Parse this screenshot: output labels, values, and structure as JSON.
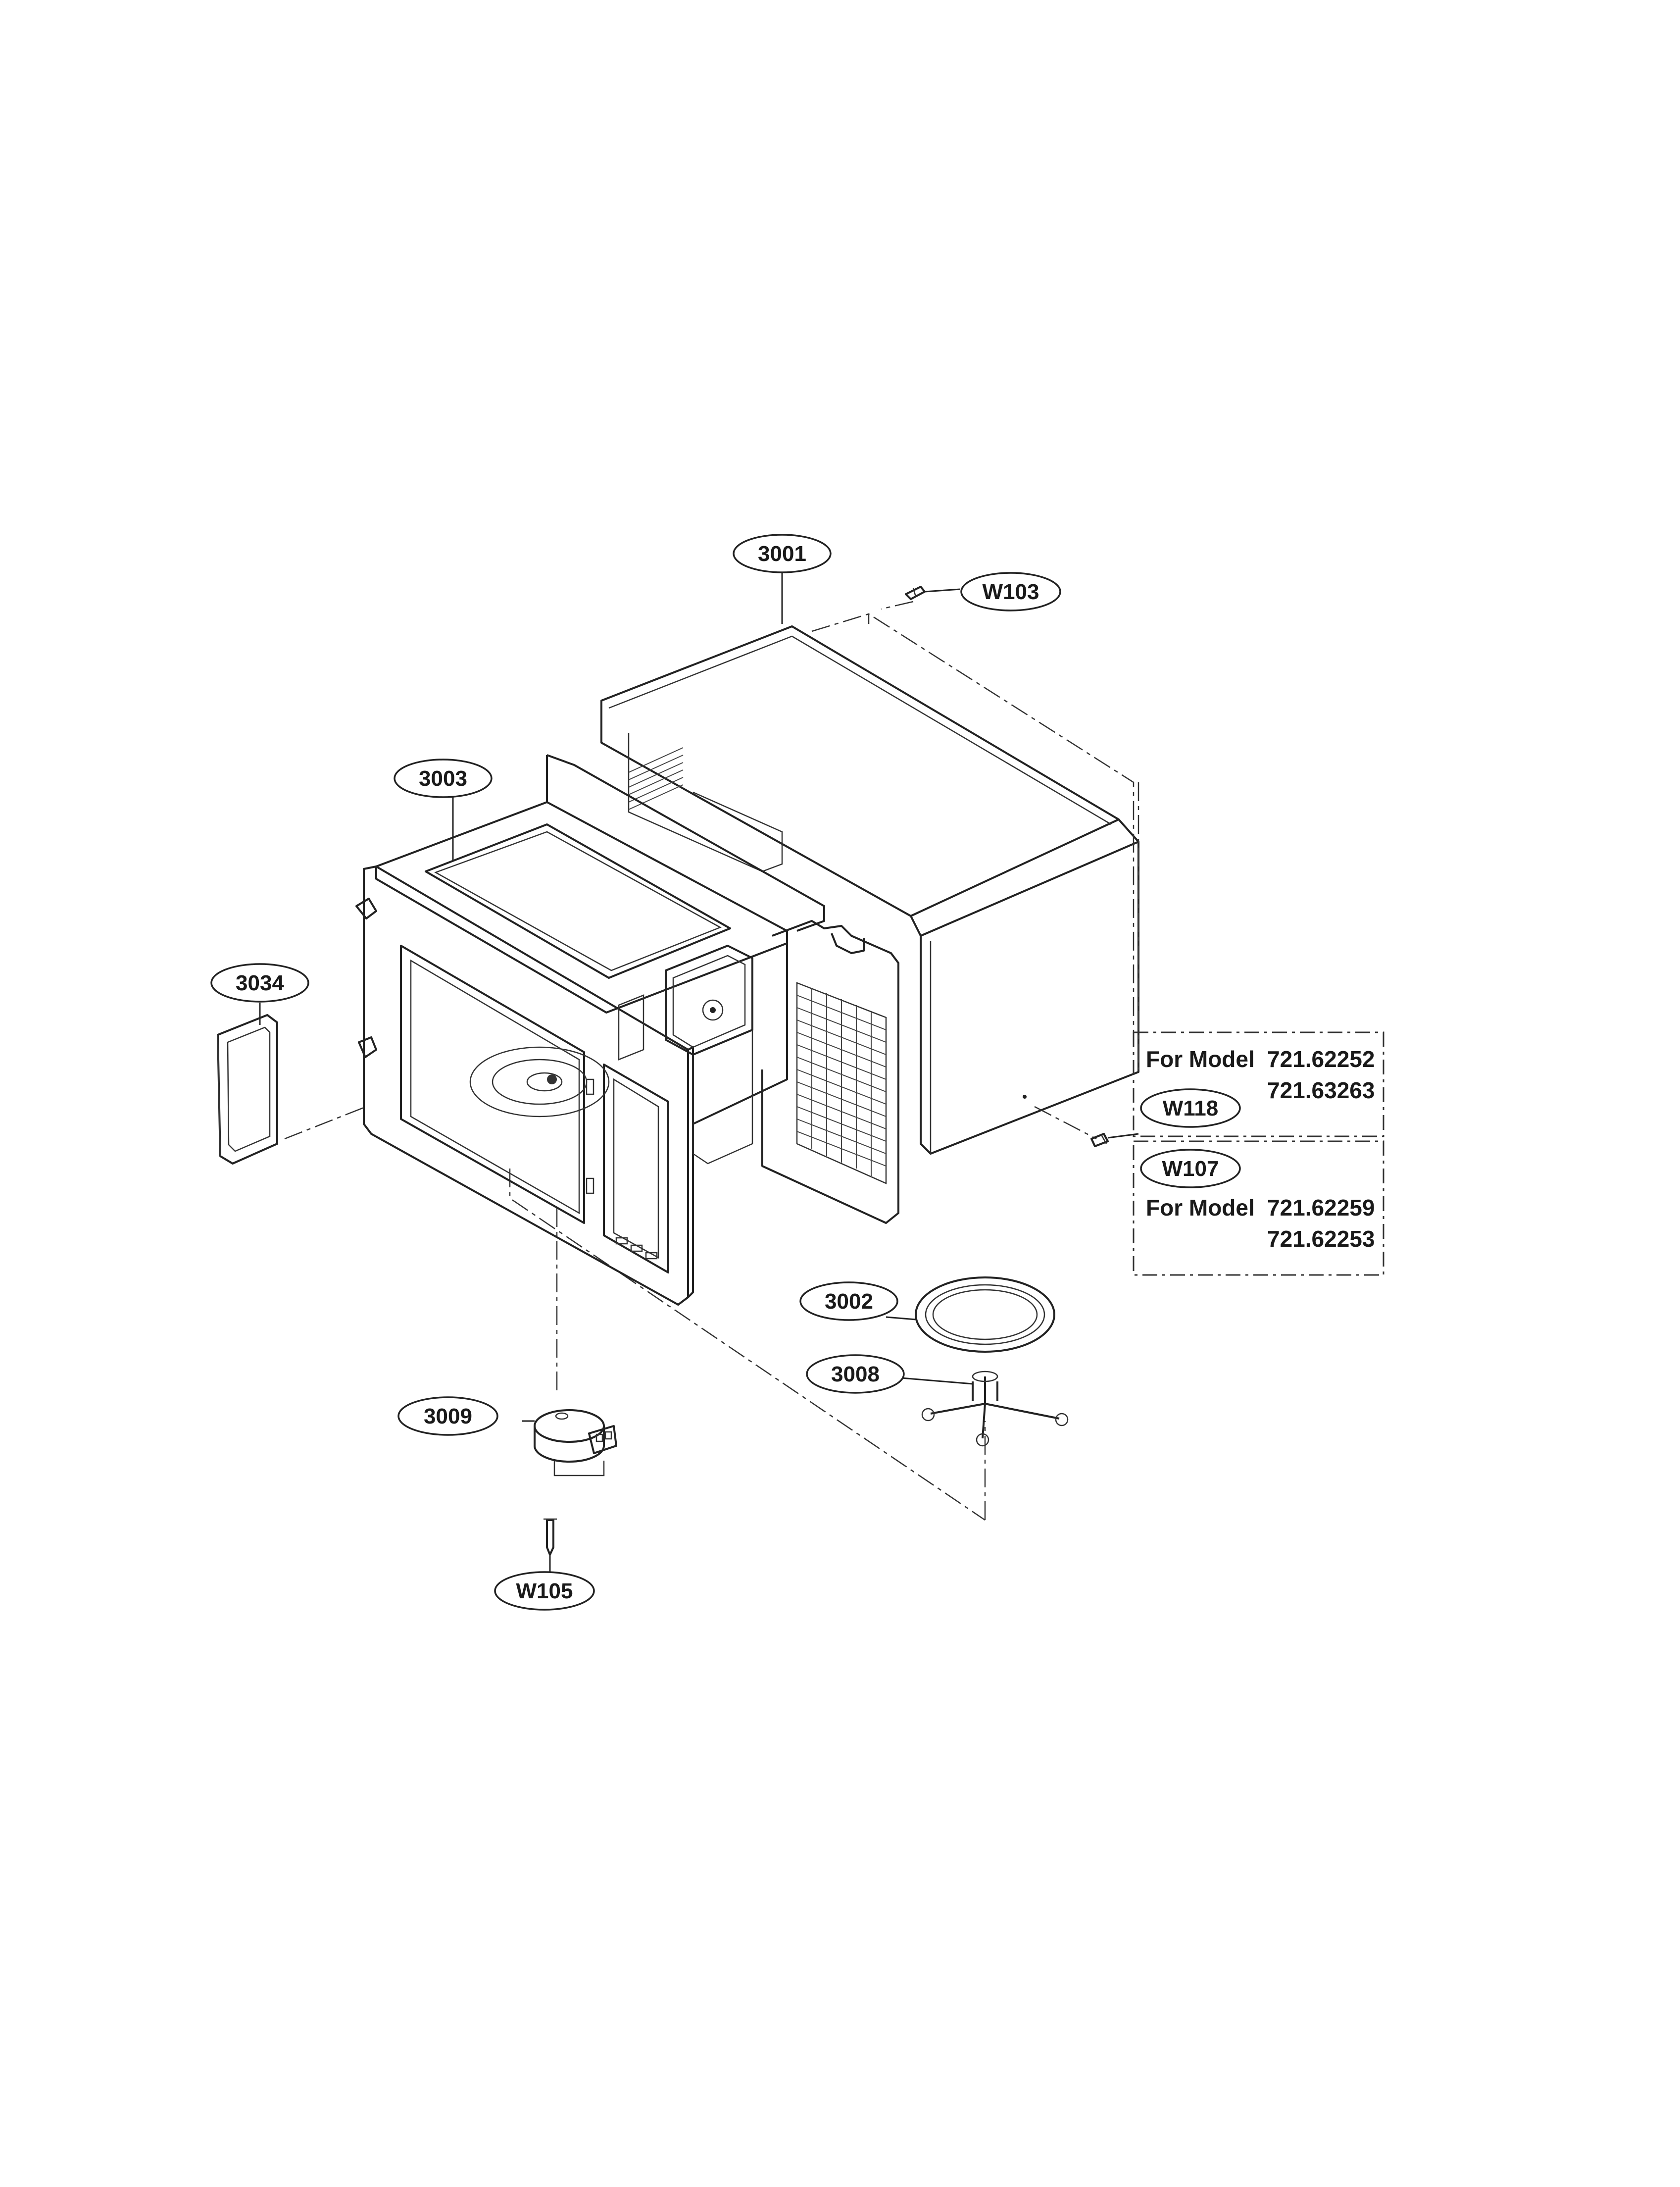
{
  "callouts": {
    "c3001": "3001",
    "w103": "W103",
    "c3003": "3003",
    "c3034": "3034",
    "w118": "W118",
    "w107": "W107",
    "c3002": "3002",
    "c3008": "3008",
    "c3009": "3009",
    "w105": "W105"
  },
  "notes": {
    "box1": {
      "for_model": "For Model",
      "model_a": "721.62252",
      "model_b": "721.63263"
    },
    "box2": {
      "for_model": "For Model",
      "model_a": "721.62259",
      "model_b": "721.62253"
    }
  }
}
